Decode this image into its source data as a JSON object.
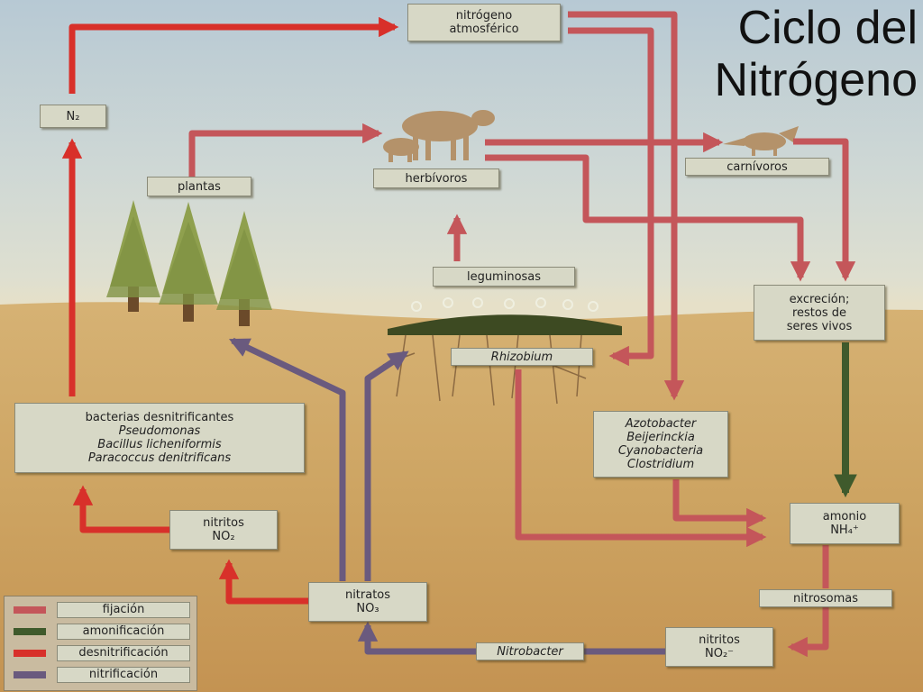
{
  "title_lines": [
    "Ciclo del",
    "Nitrógeno"
  ],
  "nodes": {
    "nitrogeno_atmosferico": [
      "nitrógeno",
      "atmosférico"
    ],
    "n2": "N₂",
    "plantas": "plantas",
    "herbivoros": "herbívoros",
    "carnivoros": "carnívoros",
    "leguminosas": "leguminosas",
    "rhizobium": "Rhizobium",
    "excrecion": [
      "excreción;",
      "restos de",
      "seres vivos"
    ],
    "bacterias_desnitrificantes": [
      "bacterias desnitrificantes",
      "Pseudomonas",
      "Bacillus licheniformis",
      "Paracoccus denitrificans"
    ],
    "fijadores": [
      "Azotobacter",
      "Beijerinckia",
      "Cyanobacteria",
      "Clostridium"
    ],
    "amonio": [
      "amonio",
      "NH₄⁺"
    ],
    "nitrosomas": "nitrosomas",
    "nitritos_no2_right": [
      "nitritos",
      "NO₂⁻"
    ],
    "nitrobacter": "Nitrobacter",
    "nitratos": [
      "nitratos",
      "NO₃"
    ],
    "nitritos_no2_left": [
      "nitritos",
      "NO₂"
    ]
  },
  "legend": [
    {
      "label": "fijación",
      "color": "#c4565a"
    },
    {
      "label": "amonificación",
      "color": "#3f5a2c"
    },
    {
      "label": "desnitrificación",
      "color": "#d8302a"
    },
    {
      "label": "nitrificación",
      "color": "#6a5a7e"
    }
  ]
}
